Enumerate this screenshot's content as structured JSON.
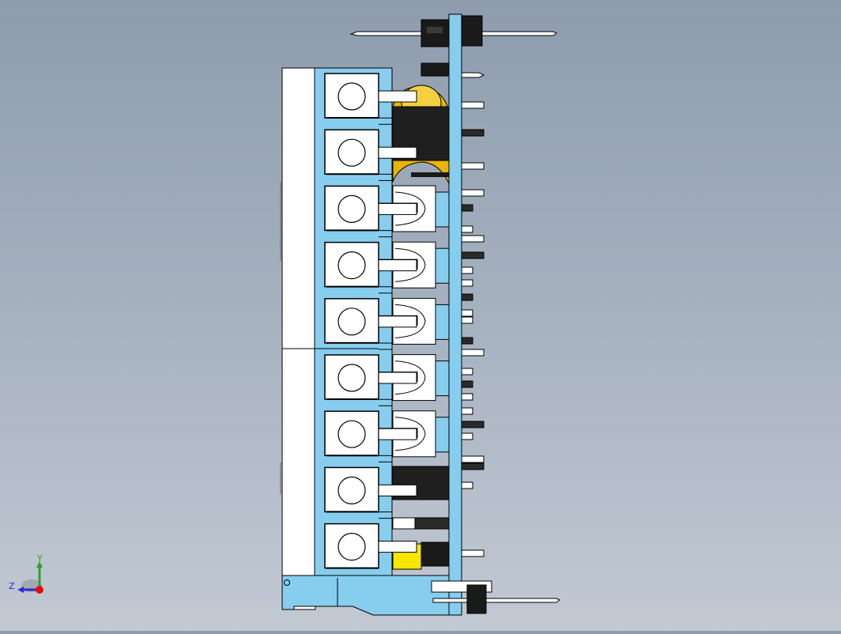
{
  "viewport": {
    "background_top": "#8e9cad",
    "background_bottom": "#c2c9d3"
  },
  "model": {
    "terminal_color": "#87cdee",
    "pcb_color": "#87cdee",
    "housing_color": "#ffffff",
    "screw_box_color": "#ffffff",
    "capacitor_color": "#1f1f1f",
    "gold_component_color": "#e8b500",
    "yellow_part_color": "#f7e600",
    "pin_color": "#ffffff",
    "header_color": "#1a1a1a",
    "terminal_count": 9,
    "relay_count": 5
  },
  "triad": {
    "y_label": "Y",
    "z_label": "Z",
    "y_color": "#2e9e2e",
    "z_color": "#2a2ad0",
    "x_color": "#e01010"
  }
}
